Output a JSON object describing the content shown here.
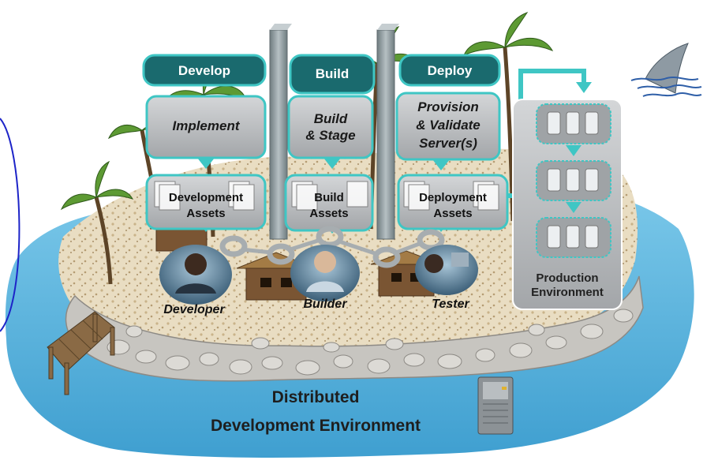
{
  "phases": [
    {
      "key": "develop",
      "label": "Develop",
      "activity": [
        "Implement"
      ],
      "assets": [
        "Development",
        "Assets"
      ]
    },
    {
      "key": "build",
      "label": "Build",
      "activity": [
        "Build",
        "& Stage"
      ],
      "assets": [
        "Build",
        "Assets"
      ]
    },
    {
      "key": "deploy",
      "label": "Deploy",
      "activity": [
        "Provision",
        "& Validate",
        "Server(s)"
      ],
      "assets": [
        "Deployment",
        "Assets"
      ]
    }
  ],
  "roles": {
    "developer": "Developer",
    "builder": "Builder",
    "tester": "Tester"
  },
  "production": {
    "line1": "Production",
    "line2": "Environment",
    "server_groups": 3
  },
  "environment": {
    "line1": "Distributed",
    "line2": "Development Environment"
  },
  "colors": {
    "teal_dark": "#1a6a6e",
    "teal": "#3fc6c4",
    "water": "#5fb7df",
    "sand": "#e8dcc0",
    "grey_box": "#b7b9bc",
    "pillar": "#8a9599",
    "foliage": "#4f8a2e",
    "hut": "#6b4a2b"
  }
}
